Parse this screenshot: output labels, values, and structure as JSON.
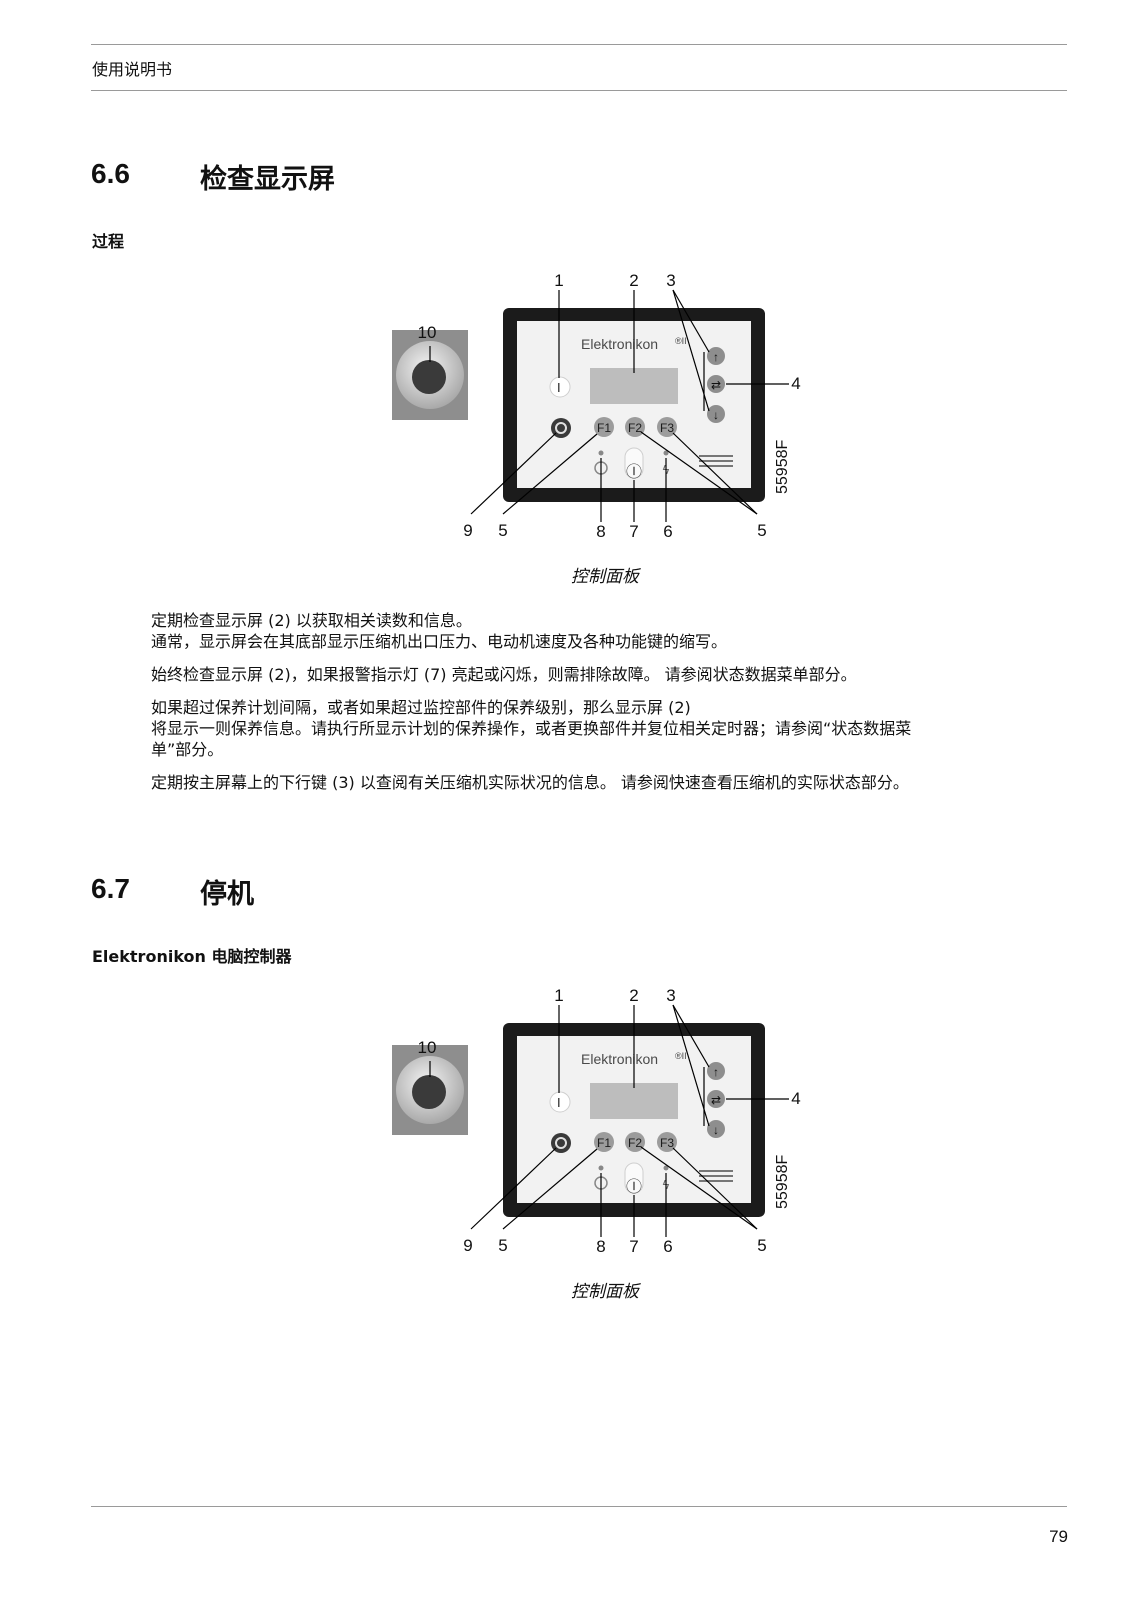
{
  "running_header": "使用说明书",
  "page_number": "79",
  "sections": [
    {
      "number": "6.6",
      "title": "检查显示屏",
      "subheading": "过程",
      "caption": "控制面板",
      "paragraphs": [
        "定期检查显示屏 (2) 以获取相关读数和信息。",
        "通常，显示屏会在其底部显示压缩机出口压力、电动机速度及各种功能键的缩写。",
        "始终检查显示屏 (2)，如果报警指示灯 (7) 亮起或闪烁，则需排除故障。 请参阅状态数据菜单部分。",
        "如果超过保养计划间隔，或者如果超过监控部件的保养级别，那么显示屏 (2)",
        "将显示一则保养信息。请执行所显示计划的保养操作，或者更换部件并复位相关定时器；请参阅“状态数据菜",
        "单”部分。",
        "定期按主屏幕上的下行键 (3) 以查阅有关压缩机实际状况的信息。 请参阅快速查看压缩机的实际状态部分。"
      ]
    },
    {
      "number": "6.7",
      "title": "停机",
      "subheading": "Elektronikon 电脑控制器",
      "caption": "控制面板"
    }
  ],
  "figure": {
    "brand": "Elektronikon",
    "brand_mark": "®II",
    "figure_code": "55958F",
    "start_key": "I",
    "function_keys": [
      "F1",
      "F2",
      "F3"
    ],
    "nav_keys": [
      "↑",
      "⇄",
      "↓"
    ],
    "callouts": [
      "1",
      "2",
      "3",
      "4",
      "5",
      "6",
      "7",
      "8",
      "9",
      "10"
    ]
  }
}
